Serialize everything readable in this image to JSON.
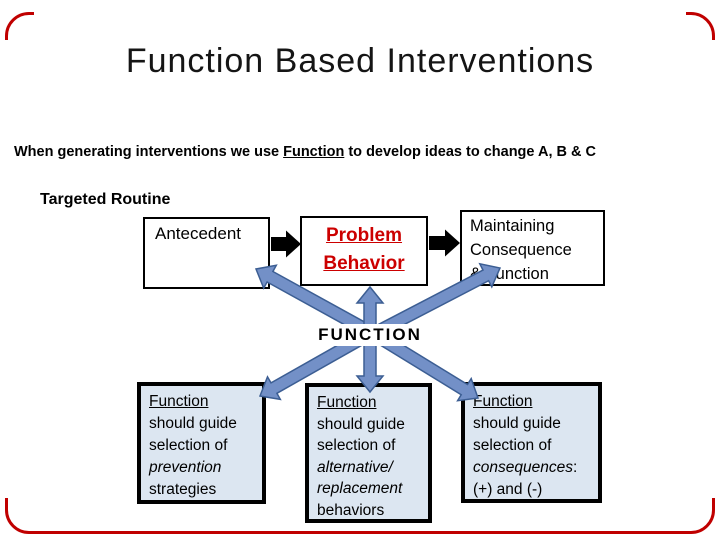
{
  "colors": {
    "slide_border": "#C00000",
    "problem_text": "#CC0000",
    "blue_arrow_fill": "#7390C7",
    "blue_arrow_stroke": "#3C5E93",
    "black_arrow": "#000000",
    "bottom_box_fill": "#DCE6F1",
    "box_border": "#000000"
  },
  "header": {
    "title": "Function Based Interventions",
    "subtitle_pre": "When generating interventions we use ",
    "subtitle_underlined": "Function",
    "subtitle_post": " to develop ideas to change A, B & C"
  },
  "diagram": {
    "section_label": "Targeted Routine",
    "function_label": "FUNCTION",
    "antecedent_box": {
      "label": "Antecedent"
    },
    "problem_box": {
      "line1": "Problem",
      "line2": "Behavior"
    },
    "maintaining_box": {
      "line1": "Maintaining",
      "line2": "Consequence",
      "line3": "& Function"
    },
    "prevention_box": {
      "line1": "Function",
      "line2": "should guide",
      "line3": "selection of",
      "line4": "prevention",
      "line5": "strategies"
    },
    "alternative_box": {
      "line1": "Function",
      "line2": "should guide",
      "line3": "selection of",
      "line4": "alternative/",
      "line5": "replacement",
      "line6": "behaviors"
    },
    "consequence_box": {
      "line1": "Function",
      "line2": "should guide",
      "line3": "selection of",
      "line4_italic": "consequences",
      "line4_suffix": ":",
      "line5": "(+) and (-)"
    }
  }
}
